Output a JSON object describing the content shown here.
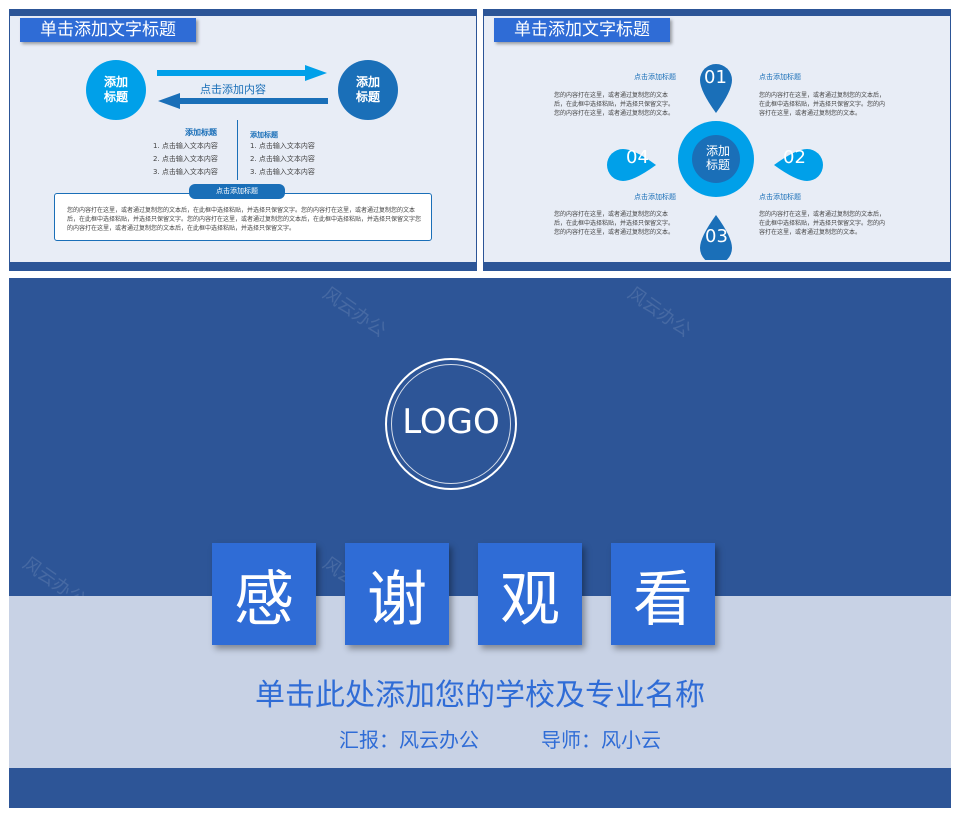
{
  "slide1": {
    "title": "单击添加文字标题",
    "left_circle": "添加\n标题",
    "right_circle": "添加\n标题",
    "arrow_label": "点击添加内容",
    "col1": {
      "heading": "添加标题",
      "items": [
        "1.   点击输入文本内容",
        "2.   点击输入文本内容",
        "3.   点击输入文本内容"
      ]
    },
    "col2": {
      "heading": "添加标题",
      "items": [
        "1.   点击输入文本内容",
        "2.   点击输入文本内容",
        "3.   点击输入文本内容"
      ]
    },
    "box_tab": "点击添加标题",
    "box_text": "您的内容打在这里，或者通过复制您的文本后，在此框中选择粘贴，并选择只保留文字。您的内容打在这里，或者通过复制您的文本后，在此框中选择粘贴，并选择只保留文字。您的内容打在这里，或者通过复制您的文本后，在此框中选择粘贴，并选择只保留文字您的内容打在这里，或者通过复制您的文本后，在此框中选择粘贴，并选择只保留文字。"
  },
  "slide2": {
    "title": "单击添加文字标题",
    "center": "添加\n标题",
    "n1": "01",
    "n2": "02",
    "n3": "03",
    "n4": "04",
    "heading_tl": "点击添加标题",
    "heading_tr": "点击添加标题",
    "heading_bl": "点击添加标题",
    "heading_br": "点击添加标题",
    "body": "您的内容打在这里，或者通过复制您的文本后，在此框中选择粘贴，并选择只保留文字。您的内容打在这里，或者通过复制您的文本。"
  },
  "slide3": {
    "logo": "LOGO",
    "chars": [
      "感",
      "谢",
      "观",
      "看"
    ],
    "subtitle": "单击此处添加您的学校及专业名称",
    "reporter": "汇报：风云办公",
    "advisor": "导师：风小云",
    "watermark": "风云办公"
  },
  "colors": {
    "navy": "#2d5597",
    "accent": "#2f6cd6",
    "cyan": "#00a0e9",
    "light_band": "#c8d2e5"
  }
}
